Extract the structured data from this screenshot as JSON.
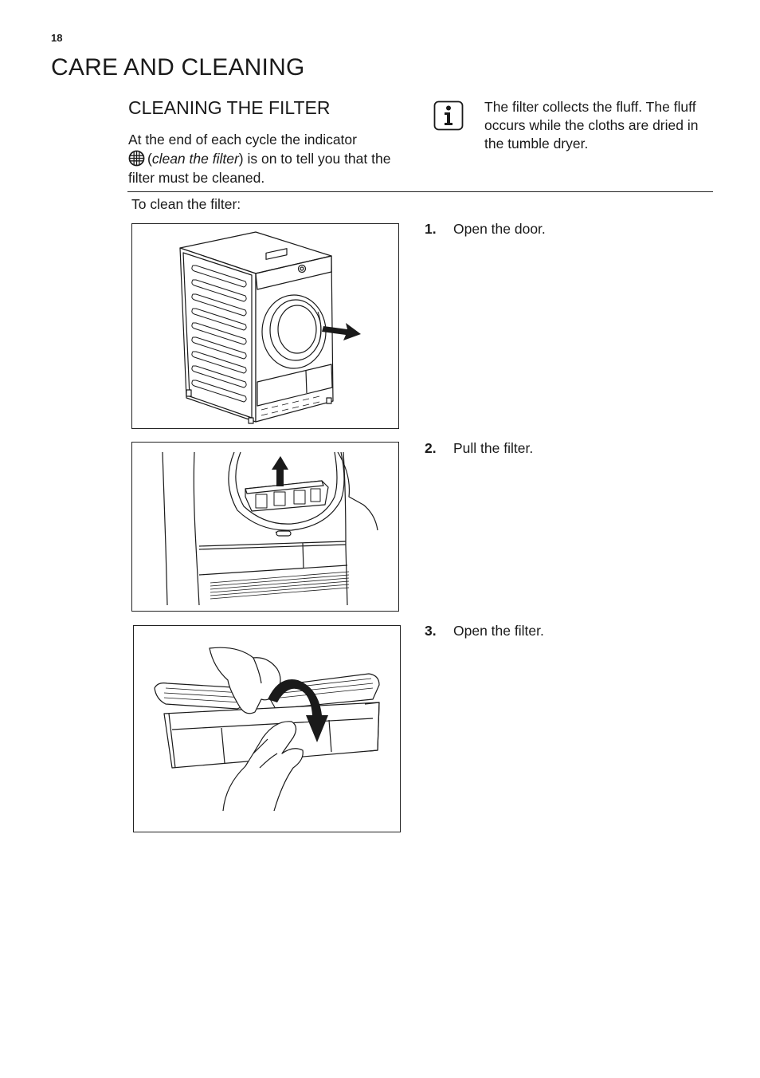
{
  "page": {
    "number": "18",
    "section_title": "CARE AND CLEANING",
    "subsection_title": "CLEANING THE FILTER"
  },
  "intro": {
    "part1": "At the end of each cycle the indicator",
    "icon": "clean-filter-indicator-icon",
    "paren_open": "(",
    "italic": "clean the filter",
    "part2": ") is on to tell you that the filter must be cleaned."
  },
  "info_note": {
    "icon": "info-icon",
    "text": "The filter collects the fluff. The fluff occurs while the cloths are dried in the tumble dryer."
  },
  "to_clean_label": "To clean the filter:",
  "steps": [
    {
      "number": "1.",
      "text": "Open the door.",
      "figure": "dryer-open-door-illustration"
    },
    {
      "number": "2.",
      "text": "Pull the filter.",
      "figure": "pull-filter-illustration"
    },
    {
      "number": "3.",
      "text": "Open the filter.",
      "figure": "open-filter-illustration"
    }
  ]
}
